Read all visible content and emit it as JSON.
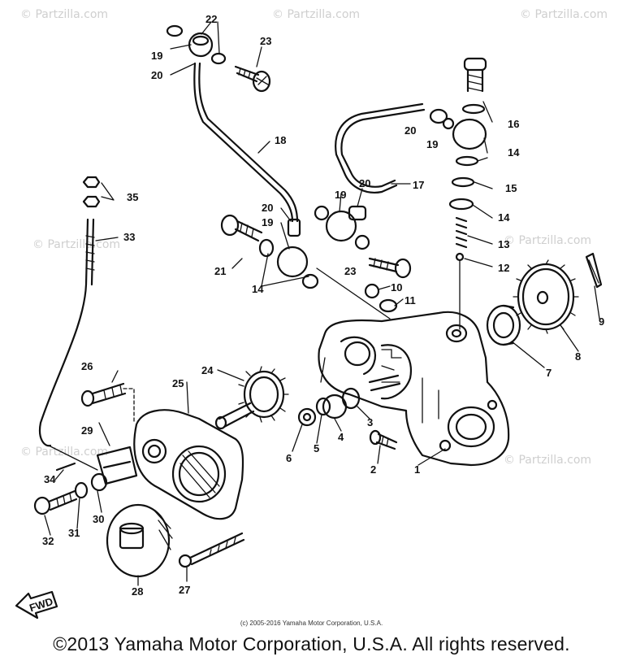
{
  "watermark": {
    "text": "© Partzilla.com"
  },
  "diagram": {
    "fwd_label": "FWD",
    "callouts": [
      "1",
      "2",
      "3",
      "4",
      "5",
      "6",
      "7",
      "8",
      "9",
      "10",
      "11",
      "12",
      "13",
      "14",
      "15",
      "16",
      "17",
      "18",
      "19",
      "20",
      "21",
      "22",
      "23",
      "24",
      "25",
      "26",
      "27",
      "28",
      "29",
      "30",
      "31",
      "32",
      "33",
      "34",
      "35"
    ]
  },
  "footer": {
    "small_copyright": "(c) 2005-2016 Yamaha Motor Corporation, U.S.A.",
    "main_copyright": "©2013 Yamaha Motor Corporation, U.S.A. All rights reserved."
  }
}
